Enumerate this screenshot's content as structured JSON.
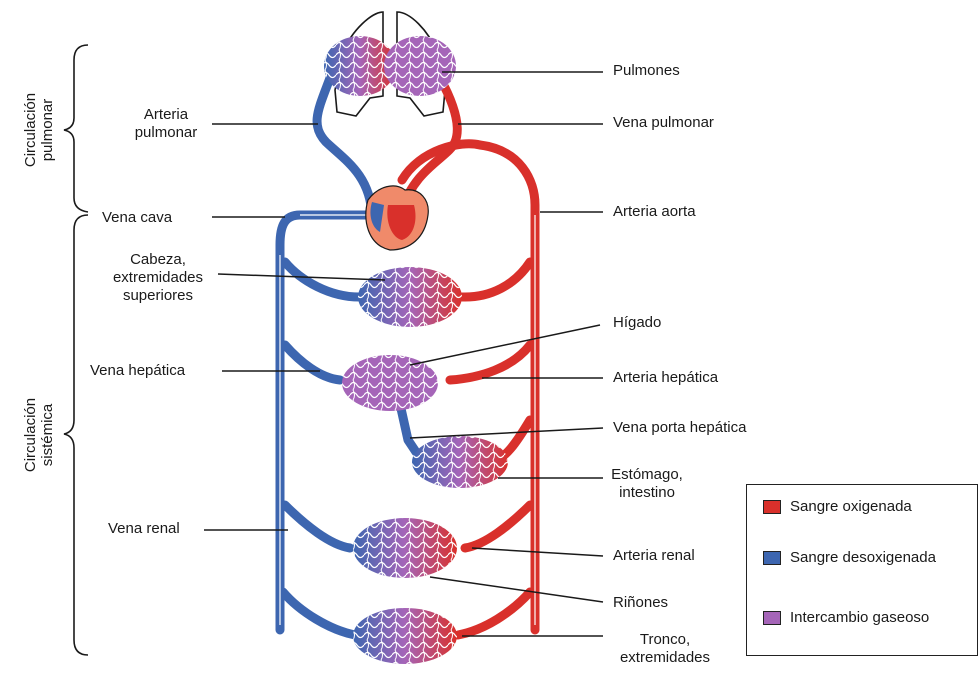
{
  "labels": {
    "pulmones": "Pulmones",
    "arteria_pulmonar_l1": "Arteria",
    "arteria_pulmonar_l2": "pulmonar",
    "vena_pulmonar": "Vena pulmonar",
    "vena_cava": "Vena cava",
    "arteria_aorta": "Arteria aorta",
    "cabeza_l1": "Cabeza,",
    "cabeza_l2": "extremidades",
    "cabeza_l3": "superiores",
    "higado": "Hígado",
    "vena_hepatica": "Vena hepática",
    "arteria_hepatica": "Arteria hepática",
    "vena_porta": "Vena porta hepática",
    "estomago_l1": "Estómago,",
    "estomago_l2": "intestino",
    "vena_renal": "Vena renal",
    "arteria_renal": "Arteria renal",
    "rinones": "Riñones",
    "tronco_l1": "Tronco,",
    "tronco_l2": "extremidades",
    "circ_pulmonar_l1": "Circulación",
    "circ_pulmonar_l2": "pulmonar",
    "circ_sistemica_l1": "Circulación",
    "circ_sistemica_l2": "sistémica"
  },
  "legend": [
    {
      "label": "Sangre oxigenada",
      "color": "#d9302b"
    },
    {
      "label": "Sangre desoxigenada",
      "color": "#3d66b0"
    },
    {
      "label": "Intercambio gaseoso",
      "color": "#a565b8"
    }
  ],
  "colors": {
    "oxygenated": "#d9302b",
    "deoxygenated": "#3d66b0",
    "exchange": "#a565b8",
    "heart_light": "#f08a6a"
  }
}
